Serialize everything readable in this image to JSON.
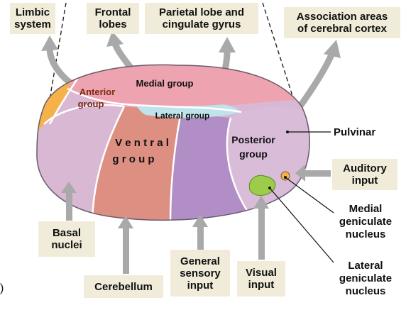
{
  "boxes": {
    "limbic": "Limbic\nsystem",
    "frontal": "Frontal\nlobes",
    "parietal": "Parietal lobe and\ncingulate gyrus",
    "association": "Association areas\nof cerebral cortex",
    "auditory": "Auditory\ninput",
    "basal": "Basal\nnuclei",
    "cerebellum": "Cerebellum",
    "general": "General\nsensory\ninput",
    "visual": "Visual\ninput"
  },
  "labels": {
    "pulvinar": "Pulvinar",
    "medial_geniculate": "Medial\ngeniculate\nnucleus",
    "lateral_geniculate": "Lateral\ngeniculate\nnucleus"
  },
  "regions": {
    "medial": "Medial group",
    "anterior_1": "Anterior",
    "anterior_2": "group",
    "lateral": "Lateral group",
    "ventral_1": "V e n t r a l",
    "ventral_2": "g r o u p",
    "posterior_1": "Posterior",
    "posterior_2": "group"
  },
  "colors": {
    "arrow": "#a9a9a9",
    "box_fill": "#f1ecd9",
    "anterior": "#f6b24a",
    "medial": "#eea4b0",
    "lateral": "#bfe3ea",
    "ventral_lilac": "#d9b8d4",
    "ventral_salmon": "#dd8f82",
    "ventral_purple": "#b28ec6",
    "posterior": "#d8bcd8",
    "geniculate": "#9ccc4a"
  },
  "corner_mark": ")"
}
